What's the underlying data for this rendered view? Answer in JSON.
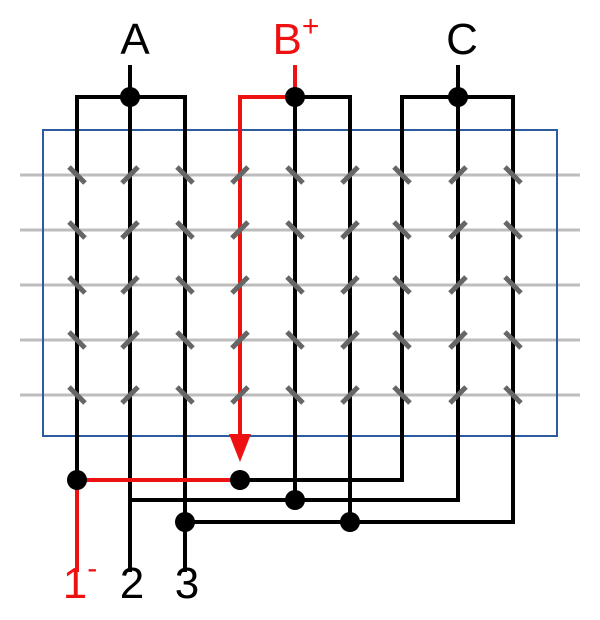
{
  "top_labels": {
    "a": "A",
    "b": "B",
    "b_sup": "+",
    "c": "C"
  },
  "bottom_labels": {
    "one": "1",
    "one_sup": "-",
    "two": "2",
    "three": "3"
  },
  "colors": {
    "conductor": "#000000",
    "highlight": "#ee1111",
    "grid": "#bdbdbd",
    "tick": "#666666",
    "frame": "#2d5c9e"
  }
}
